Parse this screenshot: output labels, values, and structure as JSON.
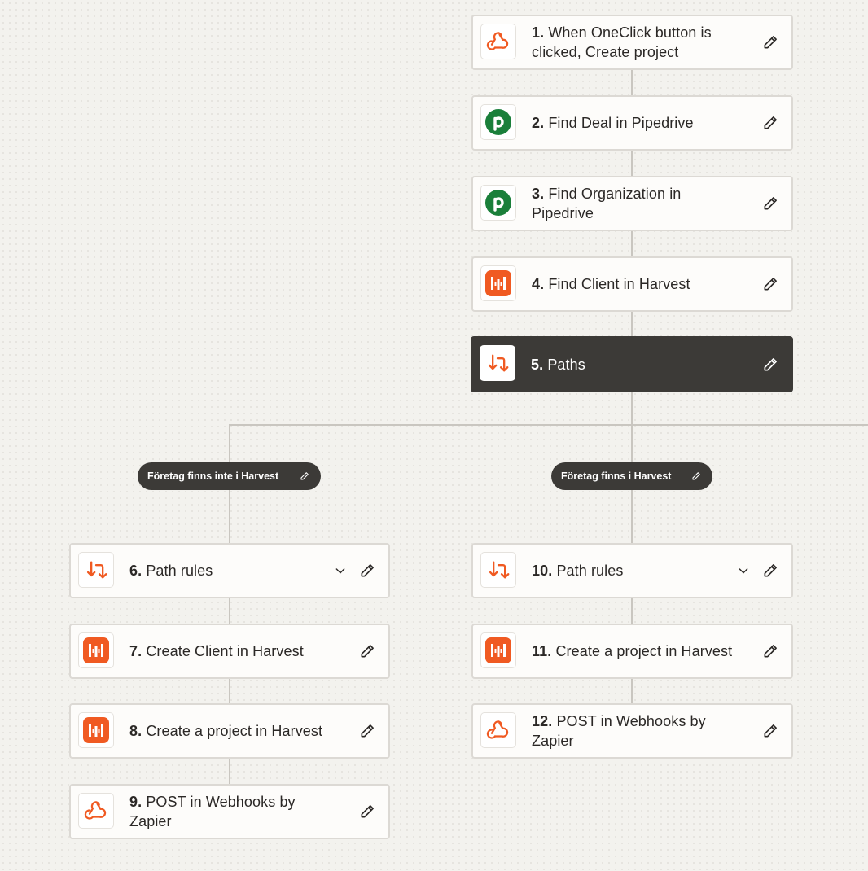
{
  "workflow": {
    "steps": [
      {
        "number": "1.",
        "title": "When OneClick button is clicked, Create project",
        "icon": "webhook-icon"
      },
      {
        "number": "2.",
        "title": "Find Deal in Pipedrive",
        "icon": "pipedrive-icon"
      },
      {
        "number": "3.",
        "title": "Find Organization in Pipedrive",
        "icon": "pipedrive-icon"
      },
      {
        "number": "4.",
        "title": "Find Client in Harvest",
        "icon": "harvest-icon"
      },
      {
        "number": "5.",
        "title": "Paths",
        "icon": "paths-icon"
      }
    ],
    "paths": [
      {
        "label": "Företag finns inte i Harvest",
        "steps": [
          {
            "number": "6.",
            "title": "Path rules",
            "icon": "paths-icon"
          },
          {
            "number": "7.",
            "title": "Create Client in Harvest",
            "icon": "harvest-icon"
          },
          {
            "number": "8.",
            "title": "Create a project in Harvest",
            "icon": "harvest-icon"
          },
          {
            "number": "9.",
            "title": "POST in Webhooks by Zapier",
            "icon": "webhook-icon"
          }
        ]
      },
      {
        "label": "Företag finns i Harvest",
        "steps": [
          {
            "number": "10.",
            "title": "Path rules",
            "icon": "paths-icon"
          },
          {
            "number": "11.",
            "title": "Create a project in Harvest",
            "icon": "harvest-icon"
          },
          {
            "number": "12.",
            "title": "POST in Webhooks by Zapier",
            "icon": "webhook-icon"
          }
        ]
      }
    ]
  },
  "colors": {
    "accent_orange": "#f05a22",
    "pipedrive_green": "#1a7f3a",
    "dark_step": "#3c3a37",
    "card_border": "#dcd9d4"
  }
}
